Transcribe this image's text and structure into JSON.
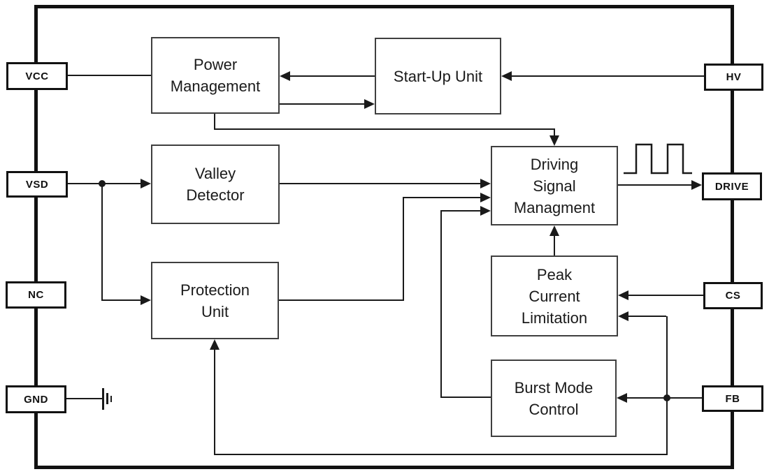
{
  "blocks": {
    "power_management": {
      "label": "Power\nManagement"
    },
    "startup_unit": {
      "label": "Start-Up Unit"
    },
    "valley_detector": {
      "label": "Valley\nDetector"
    },
    "protection_unit": {
      "label": "Protection\nUnit"
    },
    "driving_signal_management": {
      "label": "Driving\nSignal\nManagment"
    },
    "peak_current_limitation": {
      "label": "Peak\nCurrent\nLimitation"
    },
    "burst_mode_control": {
      "label": "Burst Mode\nControl"
    }
  },
  "pins": {
    "left": [
      {
        "label": "VCC"
      },
      {
        "label": "VSD"
      },
      {
        "label": "NC"
      },
      {
        "label": "GND"
      }
    ],
    "right": [
      {
        "label": "HV"
      },
      {
        "label": "DRIVE"
      },
      {
        "label": "CS"
      },
      {
        "label": "FB"
      }
    ]
  },
  "icons": {
    "ground": "ground-symbol",
    "square_wave": "pwm-pulse-waveform",
    "junction": "wire-junction-dot"
  },
  "colors": {
    "background": "#ffffff",
    "line": "#1a1a1a",
    "block_border": "#3f3f3f",
    "pin_border": "#111111",
    "text": "#1a1a1a"
  }
}
